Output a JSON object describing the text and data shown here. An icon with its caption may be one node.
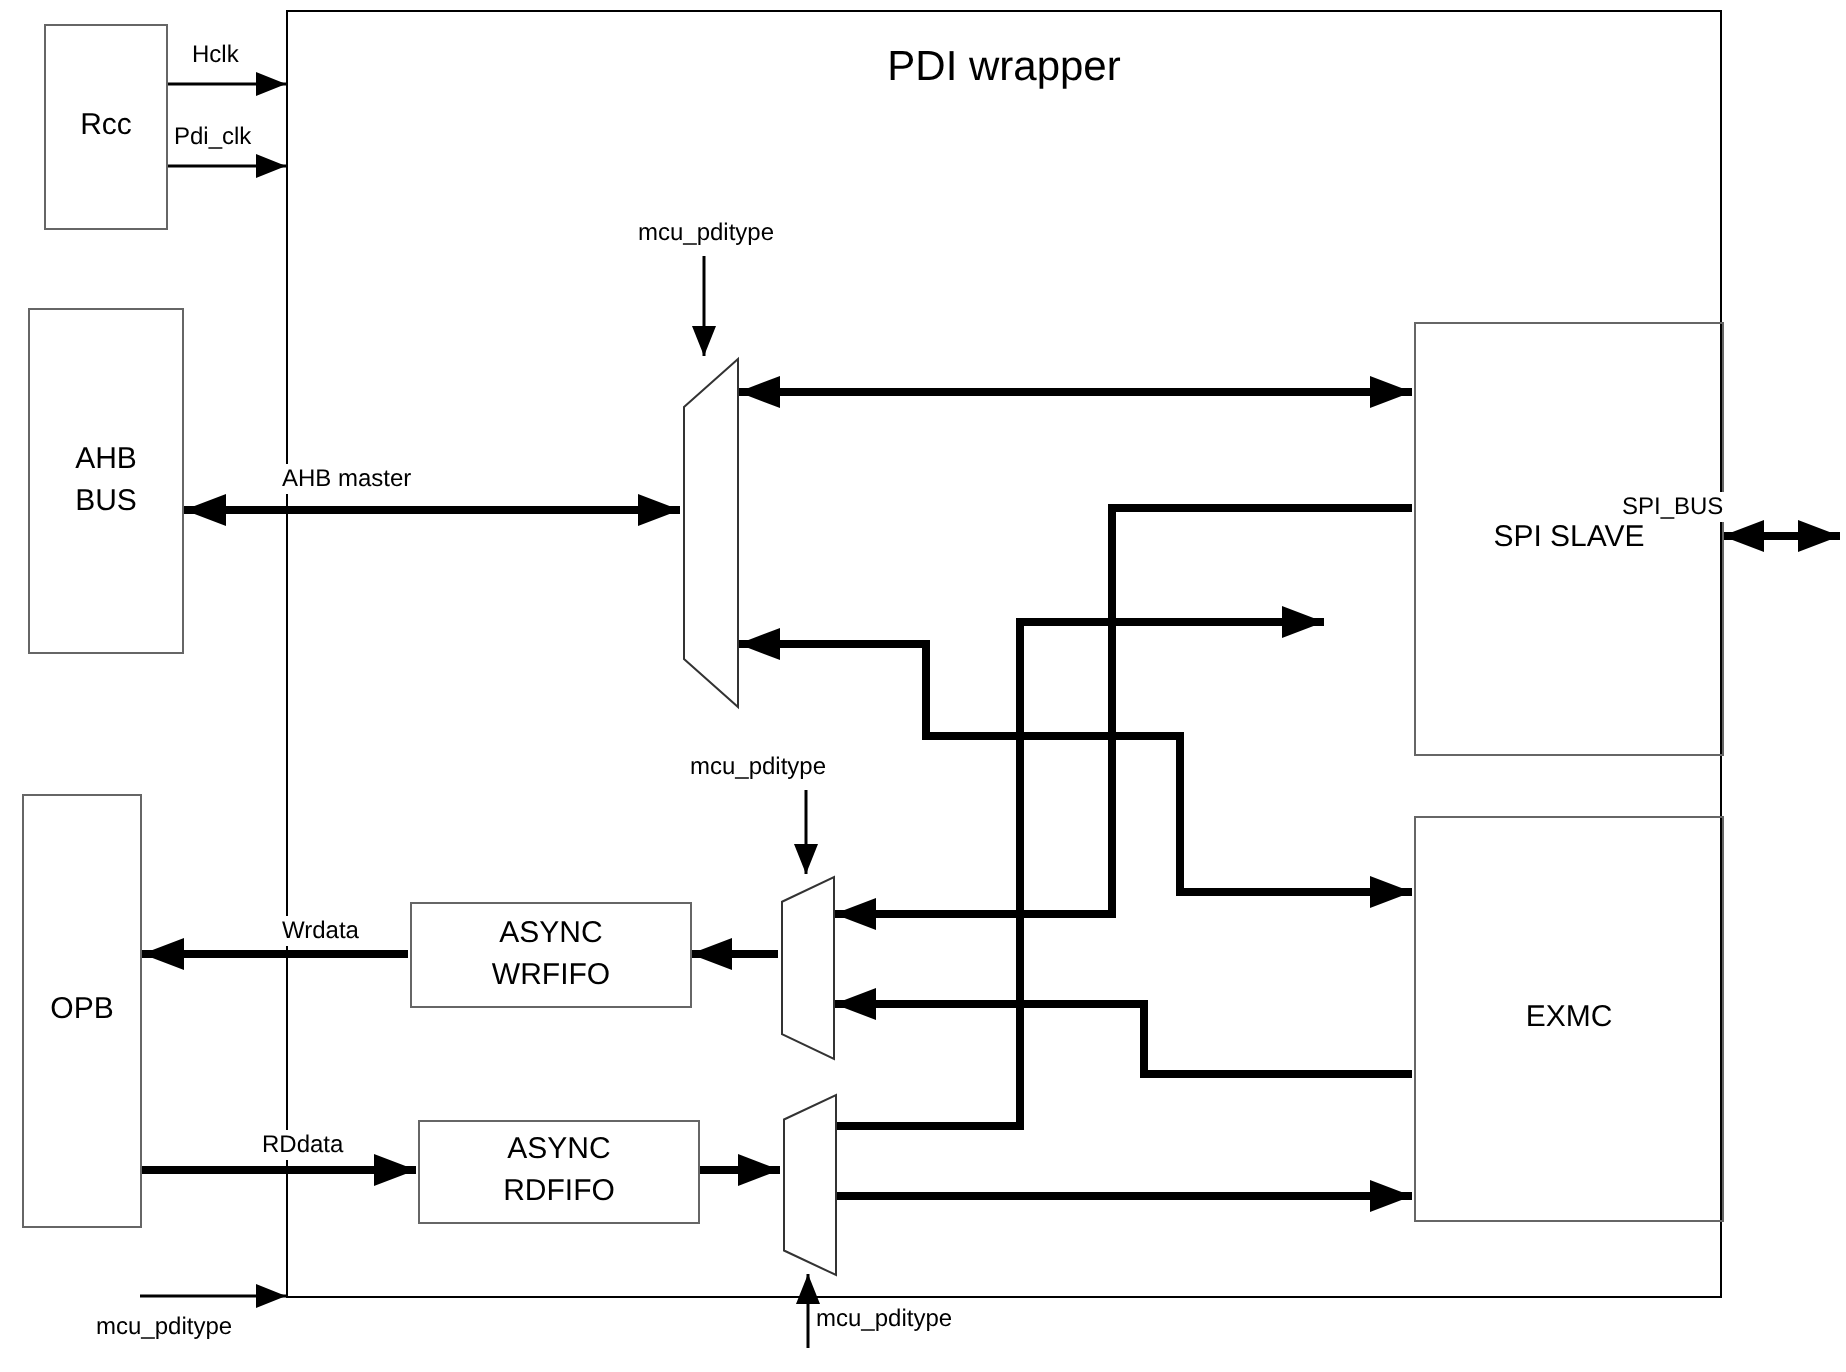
{
  "diagram": {
    "nodes": [
      {
        "text": [
          "PDI wrapper"
        ]
      },
      {
        "text": [
          "Rcc"
        ]
      },
      {
        "text": [
          "AHB BUS"
        ]
      },
      {
        "text": [
          "OPB"
        ]
      },
      {
        "text": [
          "SPI SLAVE"
        ],
        "in": 0
      },
      {
        "text": [
          "EXMC"
        ],
        "in": 0
      },
      {
        "text": [
          "ASYNC WRFIFO"
        ],
        "in": 0
      },
      {
        "text": [
          "ASYNC RDFIFO"
        ],
        "in": 0
      },
      {
        "text": [],
        "shape": "trapezoid",
        "in": 0
      },
      {
        "text": [],
        "shape": "trapezoid",
        "in": 0
      },
      {
        "text": [],
        "shape": "trapezoid",
        "in": 0
      },
      {
        "text": [
          "mcu_pditype"
        ],
        "in": 0
      },
      {
        "text": [
          "mcu_pditype"
        ],
        "in": 0
      },
      {
        "text": [
          "mcu_pditype"
        ]
      },
      {
        "text": [
          "mcu_pditype"
        ]
      }
    ],
    "edges": [
      {
        "from": 1,
        "to": 0,
        "arrow": "to",
        "label": "Hclk"
      },
      {
        "from": 1,
        "to": 0,
        "arrow": "to",
        "label": "Pdi_clk"
      },
      {
        "from": 2,
        "to": 8,
        "arrow": "both",
        "label": "AHB master"
      },
      {
        "from": 8,
        "to": 4,
        "arrow": "both"
      },
      {
        "from": 8,
        "to": 5,
        "arrow": "both"
      },
      {
        "from": 10,
        "to": null,
        "arrow": "to"
      },
      {
        "from": 4,
        "to": 9,
        "arrow": "to"
      },
      {
        "from": 5,
        "to": 9,
        "arrow": "to"
      },
      {
        "from": 9,
        "to": 6,
        "arrow": "to"
      },
      {
        "from": 6,
        "to": 3,
        "arrow": "to",
        "label": "Wrdata"
      },
      {
        "from": 3,
        "to": 7,
        "arrow": "to",
        "label": "RDdata"
      },
      {
        "from": 7,
        "to": 10,
        "arrow": "to"
      },
      {
        "from": 10,
        "to": 5,
        "arrow": "to"
      },
      {
        "from": 4,
        "to": null,
        "arrow": "both",
        "label": "SPI_BUS"
      },
      {
        "from": 11,
        "to": 8,
        "arrow": "to"
      },
      {
        "from": 12,
        "to": 9,
        "arrow": "to"
      },
      {
        "from": 13,
        "to": 10,
        "arrow": "to"
      },
      {
        "from": 14,
        "to": 0,
        "arrow": "to"
      }
    ]
  }
}
